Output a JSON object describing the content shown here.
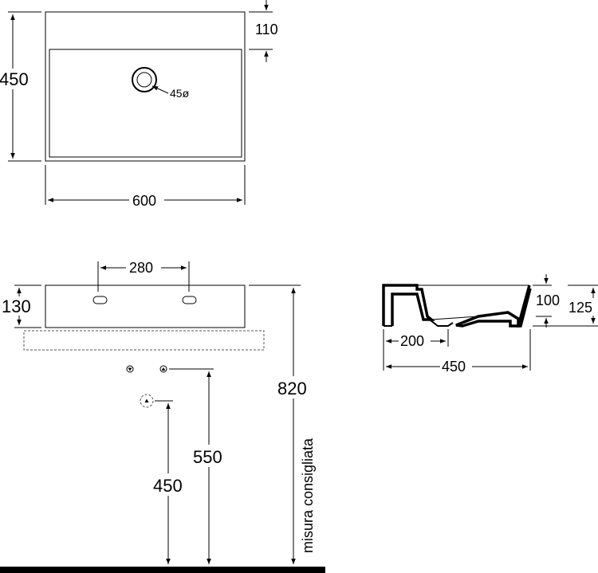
{
  "top_view": {
    "height_label": "450",
    "width_label": "600",
    "deck_label": "110",
    "drain_label": "45ø"
  },
  "front_view": {
    "tap_spacing_label": "280",
    "height_label": "130",
    "total_height_label": "820",
    "outlet_height_label": "550",
    "drain_height_label": "450",
    "recommended_label": "misura consigliata"
  },
  "side_view": {
    "bowl_depth_label": "100",
    "total_height_label": "125",
    "drain_offset_label": "200",
    "depth_label": "450"
  }
}
